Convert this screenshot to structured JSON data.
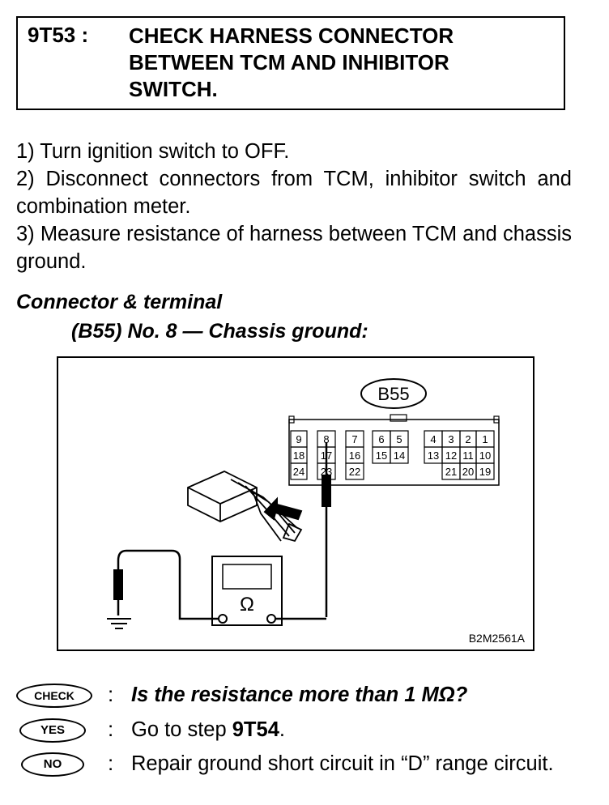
{
  "header": {
    "step_code": "9T53 :",
    "title_line1": "CHECK HARNESS CONNECTOR",
    "title_line2": "BETWEEN TCM AND INHIBITOR",
    "title_line3": "SWITCH."
  },
  "procedure": [
    "1) Turn ignition switch to OFF.",
    "2) Disconnect connectors from TCM, inhibitor switch and combination meter.",
    "3) Measure resistance of harness between TCM and chassis ground."
  ],
  "connector_heading": {
    "line1": "Connector & terminal",
    "line2": "(B55) No. 8 — Chassis ground:"
  },
  "diagram": {
    "connector_label": "B55",
    "row1": [
      "9",
      "8",
      "7",
      "6",
      "5",
      "4",
      "3",
      "2",
      "1"
    ],
    "row2": [
      "18",
      "17",
      "16",
      "15",
      "14",
      "13",
      "12",
      "11",
      "10"
    ],
    "row3": [
      "24",
      "23",
      "22",
      "21",
      "20",
      "19"
    ],
    "meter_symbol": "Ω",
    "ref_code": "B2M2561A"
  },
  "answers": {
    "check_label": "CHECK",
    "check_text": "Is the resistance more than 1 MΩ?",
    "yes_label": "YES",
    "yes_prefix": "Go to step ",
    "yes_step": "9T54",
    "yes_suffix": ".",
    "no_label": "NO",
    "no_text": "Repair ground short circuit in “D” range circuit."
  }
}
